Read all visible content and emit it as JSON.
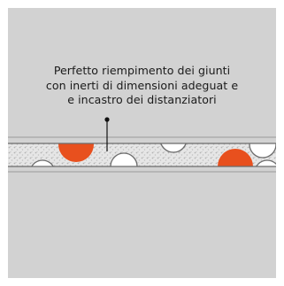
{
  "caption": {
    "lines": [
      "Perfetto riempimento dei giunti",
      "con inerti di dimensioni adeguat e",
      "e incastro dei distanziatori"
    ]
  },
  "colors": {
    "panel_background": "#d2d2d2",
    "joint_fill": "#e8e8e8",
    "joint_border": "#6b6b6b",
    "spacer_accent": "#e8501e",
    "spacer_white": "#ffffff",
    "leader_line": "#111111"
  }
}
